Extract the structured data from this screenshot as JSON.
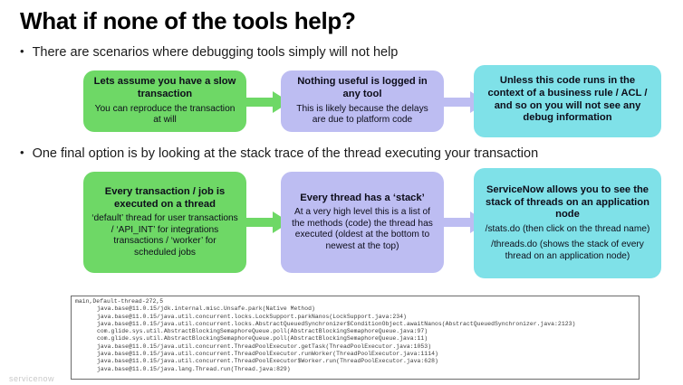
{
  "slide": {
    "title": "What if none of the tools help?",
    "bullet_marker": "•",
    "bullets": [
      "There are scenarios where debugging tools simply will not help",
      "One final option is by looking at the stack trace of the thread executing your transaction"
    ],
    "footer_text": "servicenow"
  },
  "colors": {
    "green": "#6ed866",
    "purple": "#bdbdf2",
    "cyan": "#7fe1e8",
    "code_border": "#6b6b6b",
    "text": "#0d0d1a"
  },
  "row1": {
    "boxes": [
      {
        "color": "green",
        "heading": "Lets assume you have a slow transaction",
        "body": [
          "You can reproduce the transaction at will"
        ]
      },
      {
        "color": "purple",
        "heading": "Nothing useful is logged in any tool",
        "body": [
          "This is likely because the delays are due to platform code"
        ]
      },
      {
        "color": "cyan",
        "heading": "Unless this code runs in the context of a business rule / ACL / and so on you will not see any debug information",
        "body": []
      }
    ],
    "arrows": [
      "arrow-right-green",
      "arrow-right-purple"
    ]
  },
  "row2": {
    "boxes": [
      {
        "color": "green",
        "heading": "Every transaction / job is executed on a thread",
        "body": [
          "‘default’ thread for user transactions / ‘API_INT’ for integrations transactions / ‘worker’ for scheduled jobs"
        ]
      },
      {
        "color": "purple",
        "heading": "Every thread has a ‘stack’",
        "body": [
          "At a very high level this is a list of the methods (code) the thread has executed (oldest at the bottom to newest at the top)"
        ]
      },
      {
        "color": "cyan",
        "heading": "ServiceNow allows you to see the stack of threads on an application node",
        "body": [
          "/stats.do (then click on the thread name)",
          "/threads.do (shows the stack of every thread on an application node)"
        ]
      }
    ],
    "arrows": [
      "arrow-right-green",
      "arrow-right-purple"
    ]
  },
  "stack_trace": {
    "header": "main,Default-thread-272,5",
    "lines": [
      "java.base@11.0.15/jdk.internal.misc.Unsafe.park(Native Method)",
      "java.base@11.0.15/java.util.concurrent.locks.LockSupport.parkNanos(LockSupport.java:234)",
      "java.base@11.0.15/java.util.concurrent.locks.AbstractQueuedSynchronizer$ConditionObject.awaitNanos(AbstractQueuedSynchronizer.java:2123)",
      "com.glide.sys.util.AbstractBlockingSemaphoreQueue.poll(AbstractBlockingSemaphoreQueue.java:97)",
      "com.glide.sys.util.AbstractBlockingSemaphoreQueue.poll(AbstractBlockingSemaphoreQueue.java:11)",
      "java.base@11.0.15/java.util.concurrent.ThreadPoolExecutor.getTask(ThreadPoolExecutor.java:1053)",
      "java.base@11.0.15/java.util.concurrent.ThreadPoolExecutor.runWorker(ThreadPoolExecutor.java:1114)",
      "java.base@11.0.15/java.util.concurrent.ThreadPoolExecutor$Worker.run(ThreadPoolExecutor.java:628)",
      "java.base@11.0.15/java.lang.Thread.run(Thread.java:829)"
    ]
  }
}
